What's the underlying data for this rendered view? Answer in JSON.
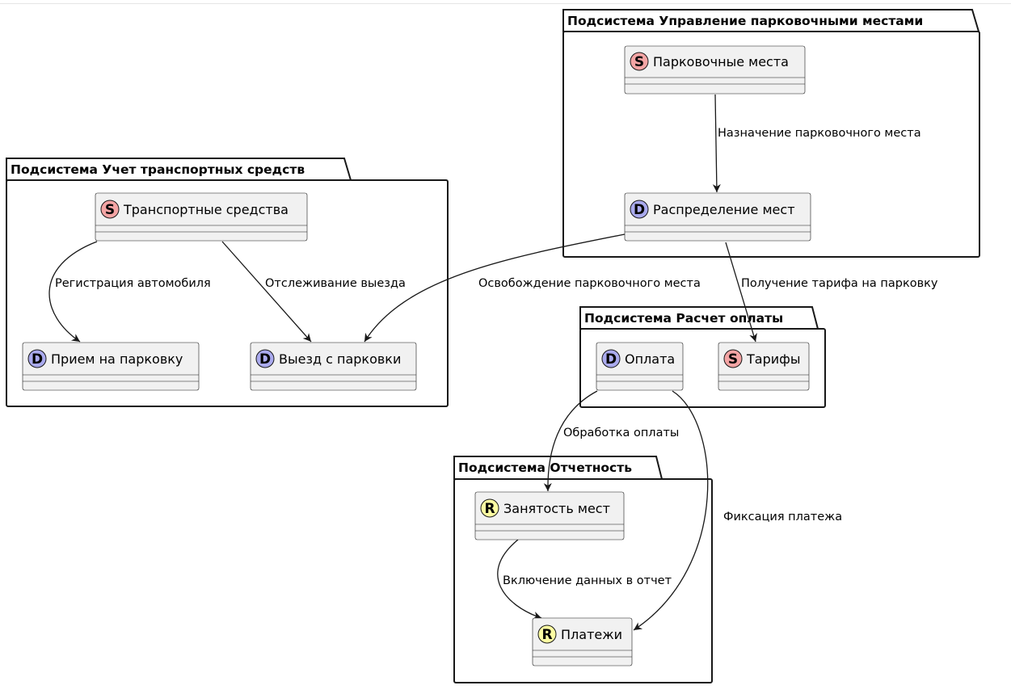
{
  "stereotype_colors": {
    "S": "#f4a4a4",
    "D": "#aaaaee",
    "R": "#fdfda2"
  },
  "packages": {
    "parking": {
      "title": "Подсистема Управление парковочными местами"
    },
    "vehicles": {
      "title": "Подсистема Учет транспортных средств"
    },
    "payment": {
      "title": "Подсистема Расчет оплаты"
    },
    "reports": {
      "title": "Подсистема Отчетность"
    }
  },
  "classes": {
    "parking_spots": {
      "stereotype": "S",
      "name": "Парковочные места"
    },
    "allocation": {
      "stereotype": "D",
      "name": "Распределение мест"
    },
    "vehicles": {
      "stereotype": "S",
      "name": "Транспортные средства"
    },
    "entry": {
      "stereotype": "D",
      "name": "Прием на парковку"
    },
    "exit": {
      "stereotype": "D",
      "name": "Выезд с парковки"
    },
    "payment": {
      "stereotype": "D",
      "name": "Оплата"
    },
    "tariffs": {
      "stereotype": "S",
      "name": "Тарифы"
    },
    "occupancy": {
      "stereotype": "R",
      "name": "Занятость мест"
    },
    "payments": {
      "stereotype": "R",
      "name": "Платежи"
    }
  },
  "relations": {
    "assign_spot": {
      "from": "Парковочные места",
      "to": "Распределение мест",
      "label": "Назначение парковочного места"
    },
    "release_spot": {
      "from": "Распределение мест",
      "to": "Выезд с парковки",
      "label": "Освобождение парковочного места"
    },
    "get_tariff": {
      "from": "Распределение мест",
      "to": "Тарифы",
      "label": "Получение тарифа на парковку"
    },
    "register_car": {
      "from": "Транспортные средства",
      "to": "Прием на парковку",
      "label": "Регистрация автомобиля"
    },
    "track_exit": {
      "from": "Транспортные средства",
      "to": "Выезд с парковки",
      "label": "Отслеживание выезда"
    },
    "process_payment": {
      "from": "Оплата",
      "to": "Занятость мест",
      "label": "Обработка оплаты"
    },
    "record_payment": {
      "from": "Оплата",
      "to": "Платежи",
      "label": "Фиксация платежа"
    },
    "include_report": {
      "from": "Занятость мест",
      "to": "Платежи",
      "label": "Включение данных в отчет"
    }
  }
}
